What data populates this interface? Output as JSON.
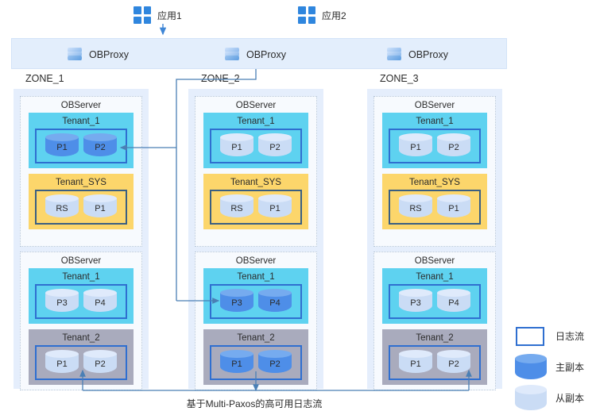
{
  "apps": [
    {
      "name": "app-1",
      "label": "应用1",
      "icon": "grid-icon"
    },
    {
      "name": "app-2",
      "label": "应用2",
      "icon": "grid-icon"
    }
  ],
  "proxies": [
    {
      "label": "OBProxy",
      "icon": "layered-stack-icon"
    },
    {
      "label": "OBProxy",
      "icon": "layered-stack-icon"
    },
    {
      "label": "OBProxy",
      "icon": "layered-stack-icon"
    }
  ],
  "zones": [
    {
      "label": "ZONE_1",
      "servers": [
        {
          "title": "OBServer",
          "tenants": [
            {
              "name": "Tenant_1",
              "style": "tenant-1",
              "replicas": [
                {
                  "label": "P1",
                  "type": "primary"
                },
                {
                  "label": "P2",
                  "type": "primary"
                }
              ]
            },
            {
              "name": "Tenant_SYS",
              "style": "tenant-sys",
              "replicas": [
                {
                  "label": "RS",
                  "type": "secondary"
                },
                {
                  "label": "P1",
                  "type": "secondary"
                }
              ]
            }
          ]
        },
        {
          "title": "OBServer",
          "tenants": [
            {
              "name": "Tenant_1",
              "style": "tenant-1",
              "replicas": [
                {
                  "label": "P3",
                  "type": "secondary"
                },
                {
                  "label": "P4",
                  "type": "secondary"
                }
              ]
            },
            {
              "name": "Tenant_2",
              "style": "tenant-2",
              "replicas": [
                {
                  "label": "P1",
                  "type": "secondary"
                },
                {
                  "label": "P2",
                  "type": "secondary"
                }
              ]
            }
          ]
        }
      ]
    },
    {
      "label": "ZONE_2",
      "servers": [
        {
          "title": "OBServer",
          "tenants": [
            {
              "name": "Tenant_1",
              "style": "tenant-1",
              "replicas": [
                {
                  "label": "P1",
                  "type": "secondary"
                },
                {
                  "label": "P2",
                  "type": "secondary"
                }
              ]
            },
            {
              "name": "Tenant_SYS",
              "style": "tenant-sys",
              "replicas": [
                {
                  "label": "RS",
                  "type": "secondary"
                },
                {
                  "label": "P1",
                  "type": "secondary"
                }
              ]
            }
          ]
        },
        {
          "title": "OBServer",
          "tenants": [
            {
              "name": "Tenant_1",
              "style": "tenant-1",
              "replicas": [
                {
                  "label": "P3",
                  "type": "primary"
                },
                {
                  "label": "P4",
                  "type": "primary"
                }
              ]
            },
            {
              "name": "Tenant_2",
              "style": "tenant-2",
              "replicas": [
                {
                  "label": "P1",
                  "type": "primary"
                },
                {
                  "label": "P2",
                  "type": "primary"
                }
              ]
            }
          ]
        }
      ]
    },
    {
      "label": "ZONE_3",
      "servers": [
        {
          "title": "OBServer",
          "tenants": [
            {
              "name": "Tenant_1",
              "style": "tenant-1",
              "replicas": [
                {
                  "label": "P1",
                  "type": "secondary"
                },
                {
                  "label": "P2",
                  "type": "secondary"
                }
              ]
            },
            {
              "name": "Tenant_SYS",
              "style": "tenant-sys",
              "replicas": [
                {
                  "label": "RS",
                  "type": "secondary"
                },
                {
                  "label": "P1",
                  "type": "secondary"
                }
              ]
            }
          ]
        },
        {
          "title": "OBServer",
          "tenants": [
            {
              "name": "Tenant_1",
              "style": "tenant-1",
              "replicas": [
                {
                  "label": "P3",
                  "type": "secondary"
                },
                {
                  "label": "P4",
                  "type": "secondary"
                }
              ]
            },
            {
              "name": "Tenant_2",
              "style": "tenant-2",
              "replicas": [
                {
                  "label": "P1",
                  "type": "secondary"
                },
                {
                  "label": "P2",
                  "type": "secondary"
                }
              ]
            }
          ]
        }
      ]
    }
  ],
  "caption": "基于Multi-Paxos的高可用日志流",
  "legend": [
    {
      "kind": "box",
      "label": "日志流"
    },
    {
      "kind": "primary",
      "label": "主副本"
    },
    {
      "kind": "secondary",
      "label": "从副本"
    }
  ],
  "colors": {
    "app_icon": "#2f86de",
    "proxy_band": "#e3eefc",
    "zone_bg": "#e5eefc",
    "observer_bg": "#f7fafe",
    "tenant_1": "#5ed2f0",
    "tenant_sys": "#fcd66b",
    "tenant_2": "#a9abbd",
    "logstream_border": "#2f6fd0",
    "primary_replica": "#4e8ee8",
    "secondary_replica": "#cadcf5",
    "wire": "#4a7fb5"
  }
}
